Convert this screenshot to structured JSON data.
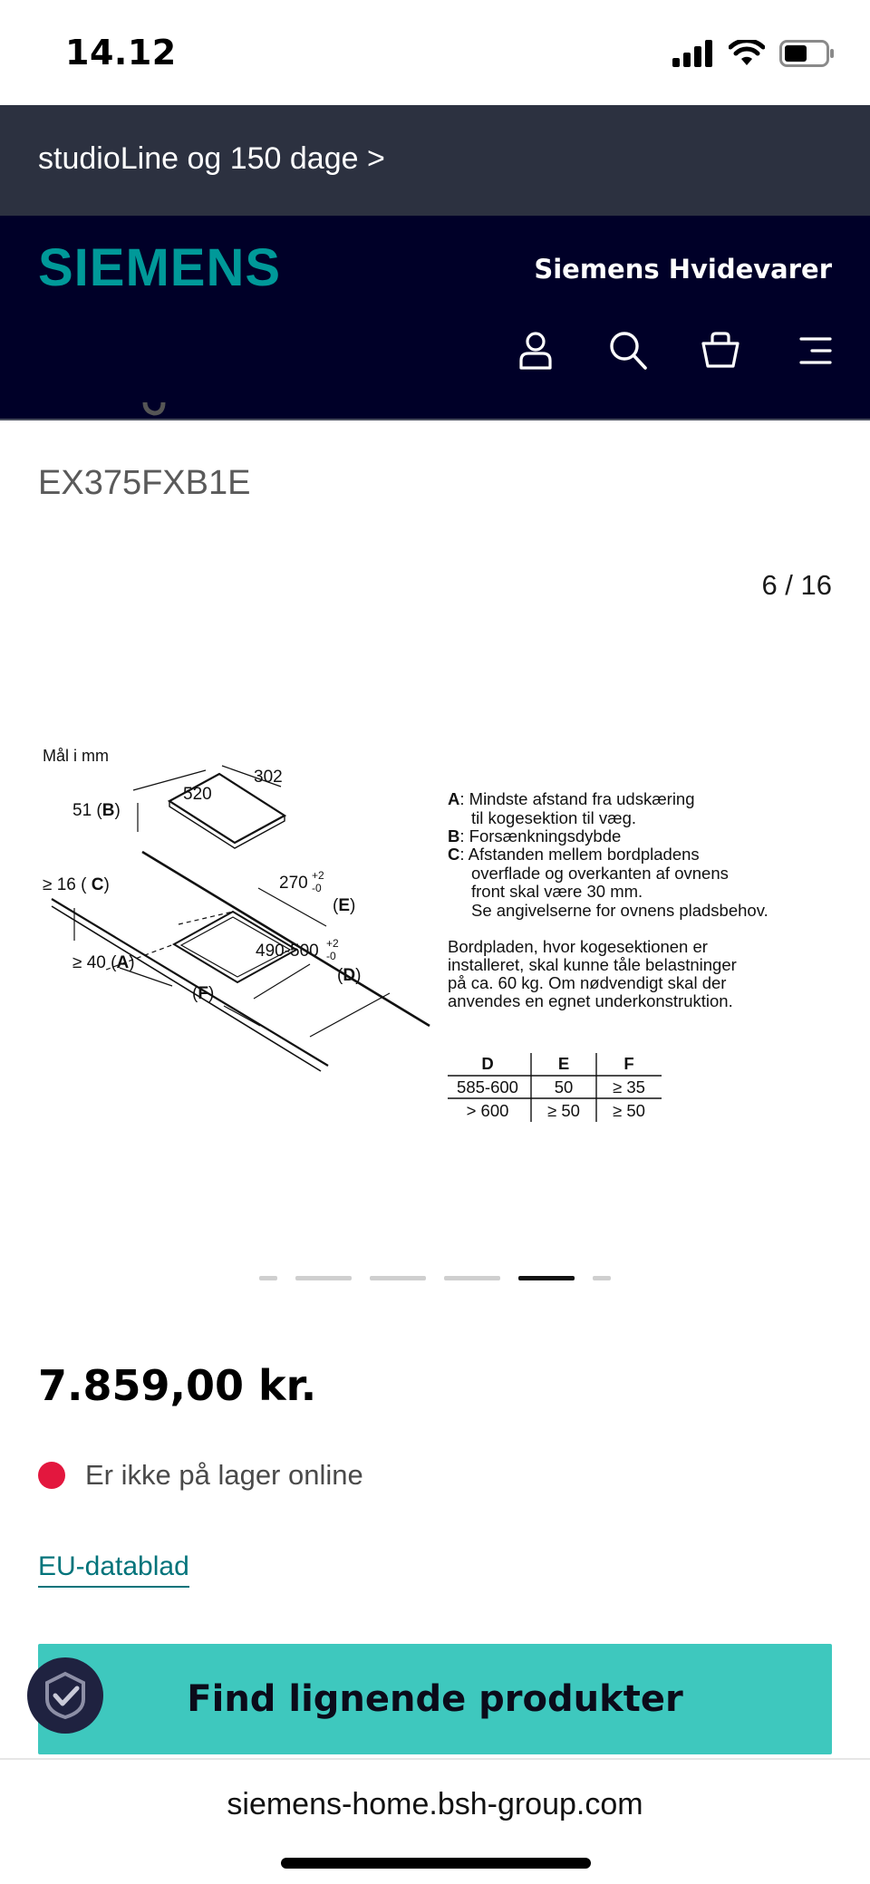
{
  "status_bar": {
    "time": "14.12"
  },
  "promo": {
    "text": "studioLine og 150 dage >"
  },
  "header": {
    "logo": "SIEMENS",
    "brand": "Siemens Hvidevarer",
    "icons": [
      "user-icon",
      "search-icon",
      "basket-icon",
      "menu-icon"
    ]
  },
  "product": {
    "model": "EX375FXB1E",
    "gallery_counter": "6 / 16",
    "price": "7.859,00 kr.",
    "stock_status": "Er ikke på lager online",
    "eu_link": "EU-datablad",
    "cta": "Find lignende produkter"
  },
  "diagram": {
    "units": "Mål i mm",
    "dim_520": "520",
    "dim_302": "302",
    "dim_51": "51 (",
    "dim_51_letter": "B",
    "dim_16": "≥ 16 ( ",
    "dim_16_letter": "C",
    "dim_40": "≥ 40 (",
    "dim_40_letter": "A",
    "dim_270": "270",
    "tol_plus": "+2",
    "tol_minus": "-0",
    "dim_490": "490-500",
    "label_E": "E",
    "label_D": "D",
    "label_F": "F",
    "legend": [
      {
        "letter": "A",
        "lines": [
          ": Mindste afstand fra udskæring",
          "til kogesektion til væg."
        ]
      },
      {
        "letter": "B",
        "lines": [
          ": Forsænkningsdybde"
        ]
      },
      {
        "letter": "C",
        "lines": [
          ": Afstanden mellem bordpladens",
          "overflade og overkanten af ovnens",
          "front skal være 30 mm.",
          "Se angivelserne for ovnens pladsbehov."
        ]
      }
    ],
    "note": [
      "Bordpladen, hvor kogesektionen er",
      "installeret, skal kunne tåle belastninger",
      "på ca. 60 kg. Om nødvendigt skal der",
      "anvendes en egnet underkonstruktion."
    ],
    "table": {
      "headers": [
        "D",
        "E",
        "F"
      ],
      "rows": [
        [
          "585-600",
          "50",
          "≥ 35"
        ],
        [
          "> 600",
          "≥ 50",
          "≥ 50"
        ]
      ]
    }
  },
  "carousel": {
    "total_dots": 6,
    "active_index": 4
  },
  "url_bar": {
    "url": "siemens-home.bsh-group.com"
  }
}
